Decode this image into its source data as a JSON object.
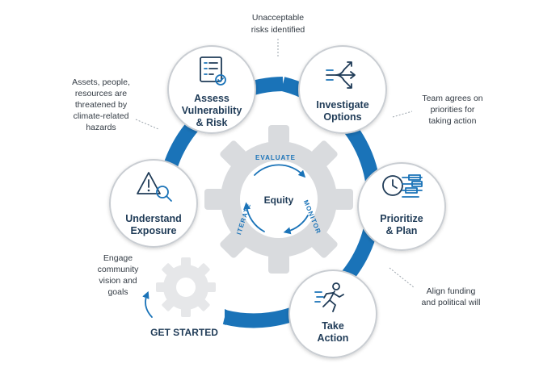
{
  "nodes": {
    "assess": [
      "Assess",
      "Vulnerability",
      "& Risk"
    ],
    "investigate": [
      "Investigate",
      "Options"
    ],
    "prioritize": [
      "Prioritize",
      "& Plan"
    ],
    "action": [
      "Take",
      "Action"
    ],
    "understand": [
      "Understand",
      "Exposure"
    ]
  },
  "notes": {
    "top": [
      "Unacceptable",
      "risks identified"
    ],
    "left": [
      "Assets, people,",
      "resources are",
      "threatened by",
      "climate-related",
      "hazards"
    ],
    "right_top": [
      "Team agrees on",
      "priorities for",
      "taking action"
    ],
    "right_bottom": [
      "Align funding",
      "and political will"
    ],
    "start": [
      "Engage",
      "community",
      "vision and",
      "goals"
    ]
  },
  "start_label": "GET STARTED",
  "gear": {
    "center": "Equity",
    "evaluate": "EVALUATE",
    "monitor": "MONITOR",
    "iterate": "ITERATE"
  },
  "colors": {
    "ring": "#1a73b8",
    "gear_large": "#d9dbde",
    "gear_small": "#e6e7e9",
    "title": "#1f3b57"
  }
}
